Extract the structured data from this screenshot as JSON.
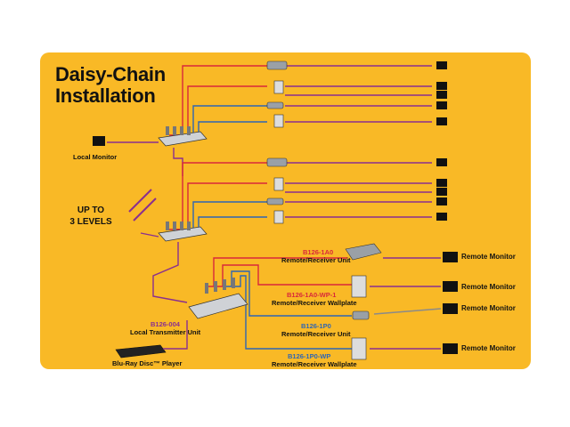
{
  "title": {
    "line1": "Daisy-Chain",
    "line2": "Installation"
  },
  "labels": {
    "local_monitor": "Local Monitor",
    "levels_line1": "UP TO",
    "levels_line2": "3 LEVELS",
    "transmitter_model": "B126-004",
    "transmitter_name": "Local Transmitter Unit",
    "player": "Blu-Ray Disc™ Player"
  },
  "receivers": [
    {
      "model": "B126-1A0",
      "name": "Remote/Receiver Unit",
      "monitor": "Remote Monitor",
      "color": "#d9283a"
    },
    {
      "model": "B126-1A0-WP-1",
      "name": "Remote/Receiver Wallplate",
      "monitor": "Remote Monitor",
      "color": "#d9283a"
    },
    {
      "model": "B126-1P0",
      "name": "Remote/Receiver Unit",
      "monitor": "Remote Monitor",
      "color": "#2f66b3"
    },
    {
      "model": "B126-1P0-WP",
      "name": "Remote/Receiver Wallplate",
      "monitor": "Remote Monitor",
      "color": "#2f66b3"
    }
  ],
  "colors": {
    "background": "#f9b926",
    "cable_red": "#d9283a",
    "cable_purple": "#8a2f8f",
    "cable_blue": "#2f66b3",
    "cable_grey": "#8a8a8a"
  }
}
